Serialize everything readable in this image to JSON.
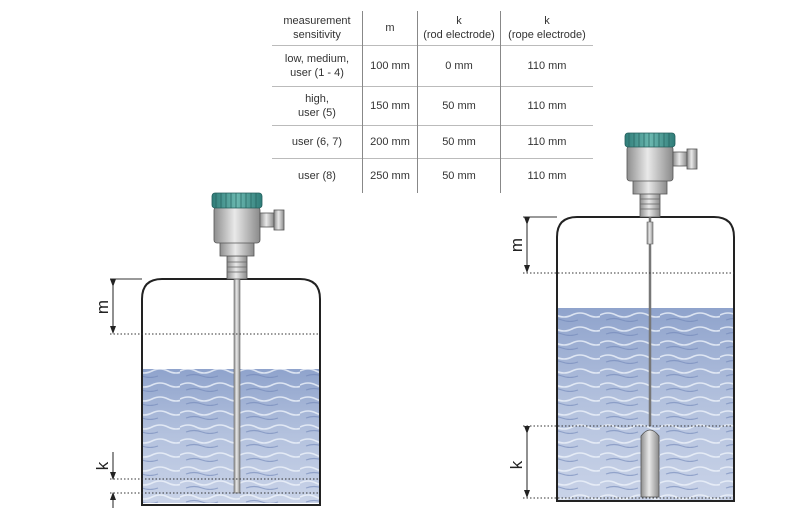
{
  "table": {
    "headers": [
      [
        "measurement",
        "sensitivity"
      ],
      [
        "m"
      ],
      [
        "k",
        "(rod electrode)"
      ],
      [
        "k",
        "(rope electrode)"
      ]
    ],
    "rows": [
      {
        "sensitivity": [
          "low, medium,",
          "user (1 - 4)"
        ],
        "m": "100 mm",
        "k_rod": "0 mm",
        "k_rope": "110 mm"
      },
      {
        "sensitivity": [
          "high,",
          "user (5)"
        ],
        "m": "150 mm",
        "k_rod": "50 mm",
        "k_rope": "110 mm"
      },
      {
        "sensitivity": [
          "user (6, 7)"
        ],
        "m": "200 mm",
        "k_rod": "50 mm",
        "k_rope": "110 mm"
      },
      {
        "sensitivity": [
          "user (8)"
        ],
        "m": "250 mm",
        "k_rod": "50 mm",
        "k_rope": "110 mm"
      }
    ]
  },
  "diagram": {
    "left": {
      "label_m": "m",
      "label_k": "k"
    },
    "right": {
      "label_m": "m",
      "label_k": "k"
    }
  },
  "colors": {
    "water": "#a9b9d6",
    "water_dark": "#7f95c0",
    "housing_cap": "#4f9f98",
    "metal": "#c9c9c9"
  }
}
